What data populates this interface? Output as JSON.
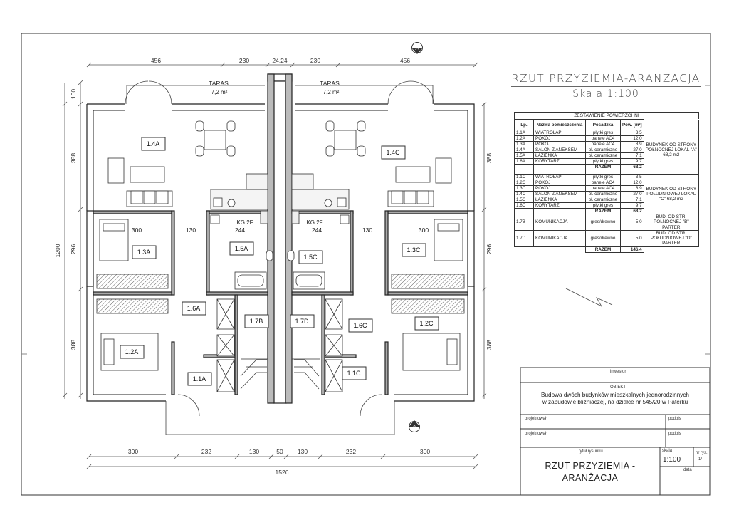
{
  "sheet": {
    "title": "RZUT PRZYZIEMIA-ARANŻACJA",
    "scale": "Skala 1:100",
    "section_marker": "A"
  },
  "plan": {
    "dims_top": [
      "456",
      "230",
      "24,24",
      "230",
      "456"
    ],
    "dims_bottom": [
      "300",
      "232",
      "130",
      "50",
      "130",
      "232",
      "300"
    ],
    "total_width": "1526",
    "dims_left": [
      "100",
      "388",
      "296",
      "388"
    ],
    "total_height": "1200",
    "dims_right": [
      "388",
      "296",
      "388"
    ],
    "terraces": [
      {
        "name": "TARAS",
        "area": "7,2 m²"
      },
      {
        "name": "TARAS",
        "area": "7,2 m²"
      }
    ],
    "interior_dims": [
      "300",
      "130",
      "244",
      "244",
      "130",
      "300"
    ],
    "boiler_labels": [
      "KG 2F",
      "KG 2F"
    ],
    "rooms": {
      "r14A": "1.4A",
      "r13A": "1.3A",
      "r15A": "1.5A",
      "r16A": "1.6A",
      "r12A": "1.2A",
      "r11A": "1.1A",
      "r17B": "1.7B",
      "r14C": "1.4C",
      "r13C": "1.3C",
      "r15C": "1.5C",
      "r16C": "1.6C",
      "r12C": "1.2C",
      "r11C": "1.1C",
      "r17D": "1.7D"
    }
  },
  "areas": {
    "caption": "ZESTAWIENIE POWIERZCHNI",
    "headers": [
      "Lp.",
      "Nazwa pomieszczenia",
      "Posadzka",
      "Pow. [m²]"
    ],
    "group_a": {
      "rows": [
        [
          "1.1A",
          "WIATROŁAP",
          "płytki gres",
          "3,5"
        ],
        [
          "1.2A",
          "POKÓJ",
          "panele AC4",
          "12,0"
        ],
        [
          "1.3A",
          "POKÓJ",
          "panele AC4",
          "8,9"
        ],
        [
          "1.4A",
          "SALON Z ANEKSEM",
          "pł. ceramiczne",
          "27,0"
        ],
        [
          "1.5A",
          "ŁAZIENKA",
          "pł. ceramiczne",
          "7,1"
        ],
        [
          "1.6A",
          "KORYTARZ",
          "płytki gres",
          "9,7"
        ]
      ],
      "sum_label": "RAZEM",
      "sum_value": "68,2",
      "note": "BUDYNEK OD STRONY PÓŁNOCNEJ LOKAL \"A\" 68,2 m2"
    },
    "group_c": {
      "rows": [
        [
          "1.1C",
          "WIATROŁAP",
          "płytki gres",
          "3,5"
        ],
        [
          "1.2C",
          "POKÓJ",
          "panele AC4",
          "12,0"
        ],
        [
          "1.3C",
          "POKÓJ",
          "panele AC4",
          "8,9"
        ],
        [
          "1.4C",
          "SALON Z ANEKSEM",
          "pł. ceramiczne",
          "27,0"
        ],
        [
          "1.5C",
          "ŁAZIENKA",
          "pł. ceramiczne",
          "7,1"
        ],
        [
          "1.6C",
          "KORYTARZ",
          "płytki gres",
          "9,7"
        ]
      ],
      "sum_label": "RAZEM",
      "sum_value": "68,2",
      "note": "BUDYNEK OD STRONY POŁUDNIOWEJ LOKAL \"C\" 68,2 m2"
    },
    "comm_b": {
      "row": [
        "1.7B",
        "KOMUNIKACJA",
        "gres/drewno",
        "5,0"
      ],
      "note": "BUD. OD STR. PÓŁNOCNEJ \"B\" PARTER"
    },
    "comm_d": {
      "row": [
        "1.7D",
        "KOMUNIKACJA",
        "gres/drewno",
        "5,0"
      ],
      "note": "BUD. OD STR. POŁUDNIOWEJ \"D\" PARTER"
    },
    "total_label": "RAZEM",
    "total_value": "146,4"
  },
  "title_block": {
    "investor_label": "inwestor",
    "object_label": "OBIEKT",
    "object_text": [
      "Budowa dwóch budynków mieszkalnych jednorodzinnych",
      "w zabudowie bliźniaczej, na działce nr 545/20 w Paterku"
    ],
    "designer_label": "projektował",
    "signature_label": "podpis",
    "checker_label": "projektował",
    "checker_signature_label": "podpis",
    "drawing_title_label": "tytuł rysunku",
    "drawing_title": [
      "RZUT PRZYZIEMIA -",
      "ARANŻACJA"
    ],
    "scale_label": "skala",
    "scale_value": "1:100",
    "sheet_no_label": "nr rys.",
    "sheet_no": "1/",
    "date_label": "data"
  }
}
